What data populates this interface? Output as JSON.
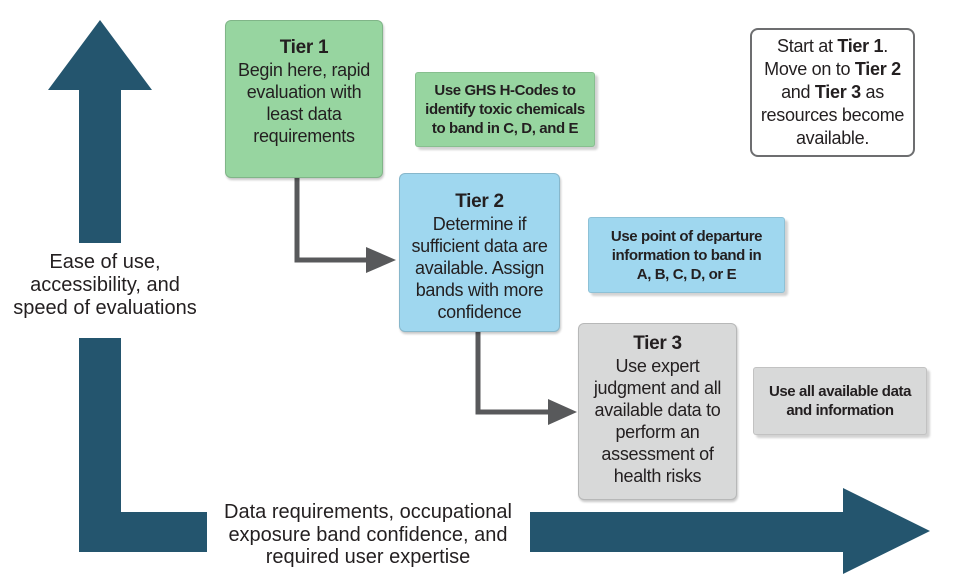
{
  "palette": {
    "teal": "#24556e",
    "green": "#97d5a0",
    "blue": "#9fd7ef",
    "gray": "#d8d9d9",
    "connector": "#58595b",
    "text": "#231f20",
    "noteBorder": "#6d6e70"
  },
  "axes": {
    "y_label": "Ease of use,\naccessibility, and\nspeed of evaluations",
    "x_label": "Data requirements, occupational\nexposure band confidence, and\nrequired user expertise"
  },
  "tiers": [
    {
      "title": "Tier 1",
      "body": "Begin here, rapid\nevaluation with\nleast data\nrequirements",
      "color": "#97d5a0"
    },
    {
      "title": "Tier 2",
      "body": "Determine if\nsufficient data are\navailable. Assign\nbands with more\nconfidence",
      "color": "#9fd7ef"
    },
    {
      "title": "Tier 3",
      "body": "Use expert\njudgment and all\navailable data to\nperform an\nassessment of\nhealth risks",
      "color": "#d8d9d9"
    }
  ],
  "side_notes": [
    {
      "text": "Use GHS H-Codes to\nidentify toxic chemicals\nto band in C, D, and E",
      "color": "#97d5a0"
    },
    {
      "text": "Use point of departure\ninformation to band in\nA, B, C, D, or E",
      "color": "#9fd7ef"
    },
    {
      "text": "Use all available data\nand information",
      "color": "#d8d9d9"
    }
  ],
  "note": {
    "lines": [
      [
        {
          "t": "Start at "
        },
        {
          "t": "Tier 1",
          "b": true
        },
        {
          "t": "."
        }
      ],
      [
        {
          "t": "Move on to "
        },
        {
          "t": "Tier 2",
          "b": true
        }
      ],
      [
        {
          "t": "and "
        },
        {
          "t": "Tier 3",
          "b": true
        },
        {
          "t": " as"
        }
      ],
      [
        {
          "t": "resources become"
        }
      ],
      [
        {
          "t": "available."
        }
      ]
    ]
  }
}
